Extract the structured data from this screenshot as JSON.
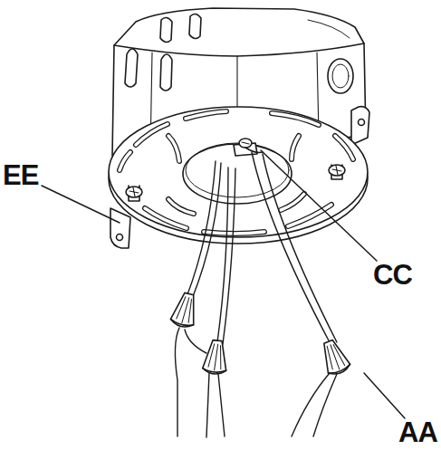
{
  "diagram": {
    "labels": [
      "EE",
      "CC",
      "AA"
    ]
  }
}
